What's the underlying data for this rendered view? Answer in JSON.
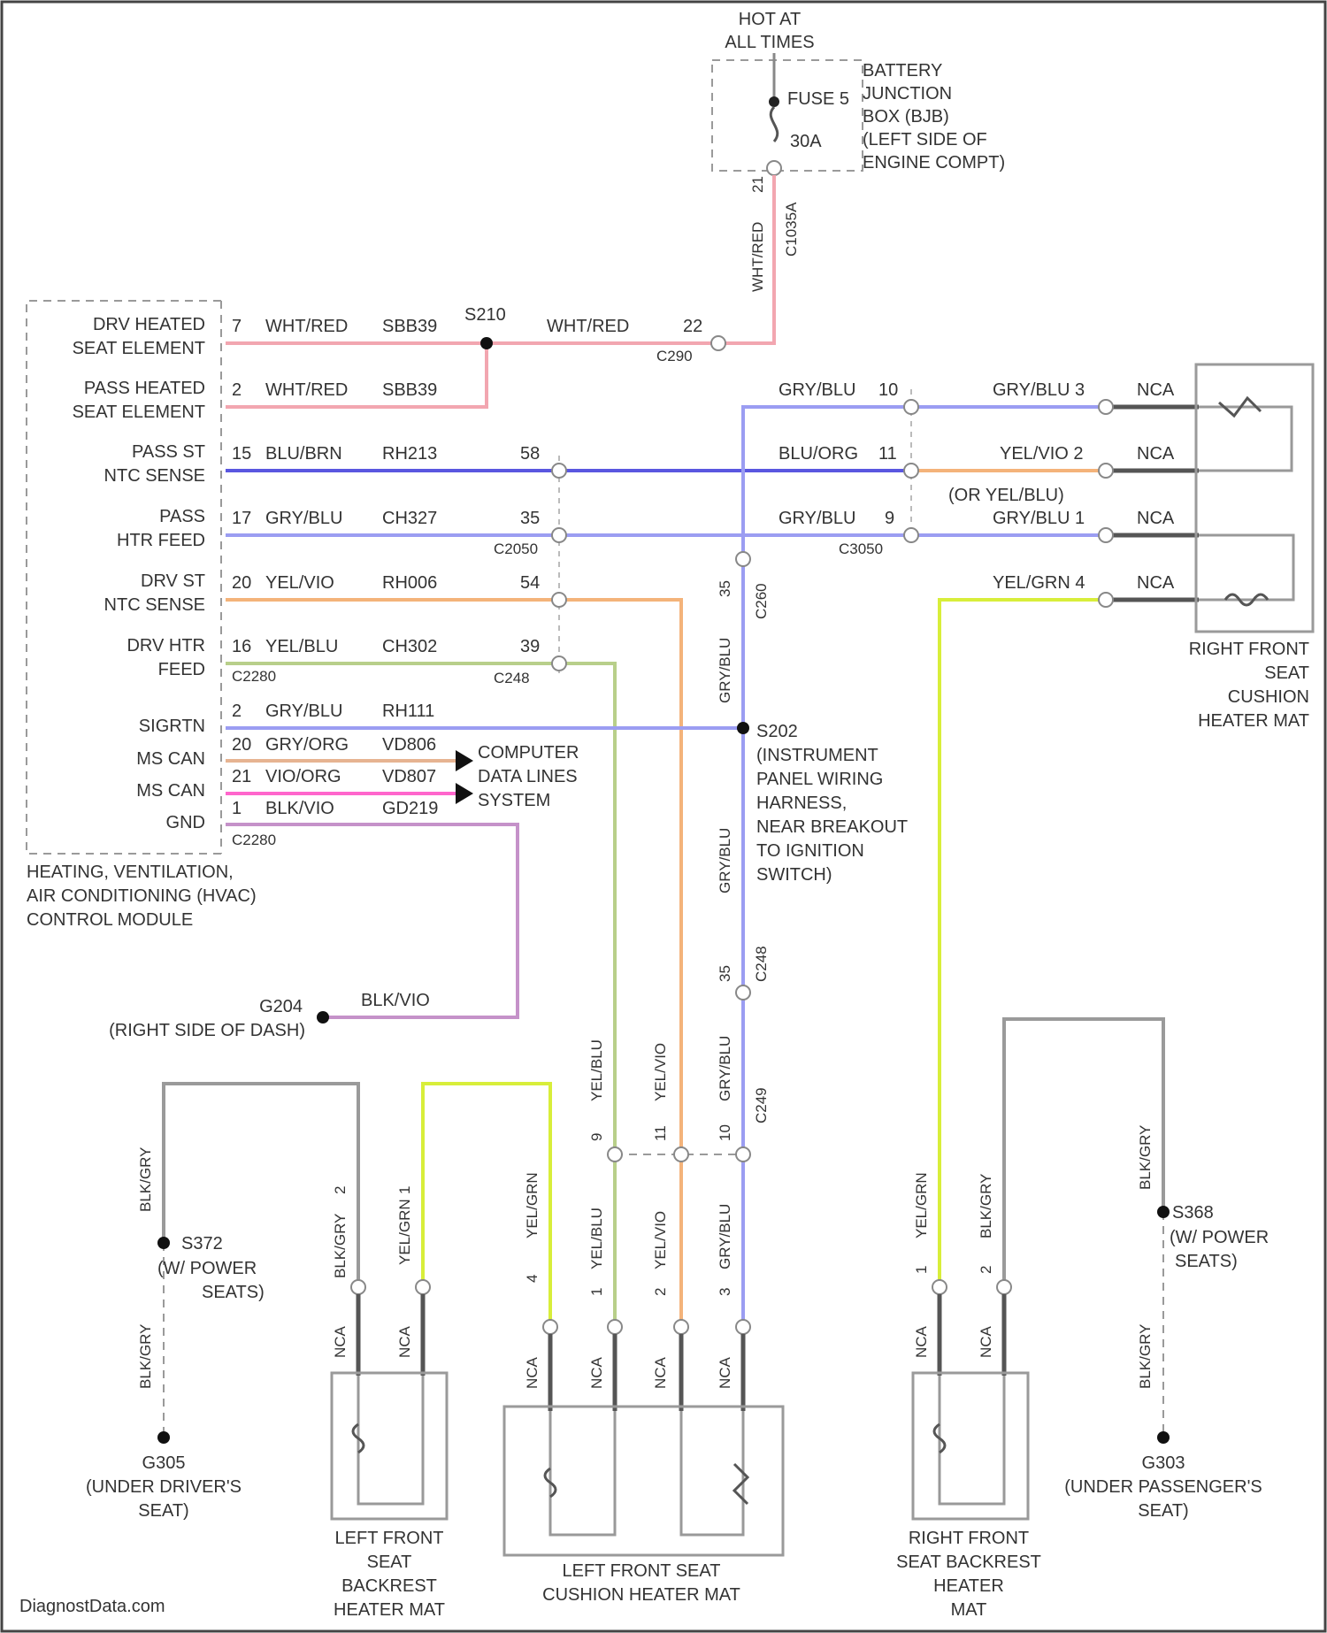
{
  "colors": {
    "wht_red": "#f2a6b0",
    "gry_blu": "#9b9df2",
    "blu_brn": "#5a57e0",
    "yel_vio": "#f4b37a",
    "yel_blu": "#b8cf8a",
    "yel_grn": "#d8ee3a",
    "gry_org": "#e6b391",
    "vio_org": "#ff66cc",
    "blk_vio": "#c592c9",
    "blk_gry": "#9a9a9a",
    "wire_dark": "#555555"
  },
  "power": {
    "hot_at": "HOT AT",
    "all_times": "ALL TIMES",
    "fuse": "FUSE 5",
    "amps": "30A",
    "bjb_lines": [
      "BATTERY",
      "JUNCTION",
      "BOX (BJB)",
      "(LEFT SIDE OF",
      "ENGINE COMPT)"
    ],
    "pin_21": "21",
    "connector": "C1035A",
    "wire": "WHT/RED"
  },
  "hvac": {
    "labels": {
      "drv_heated_1": "DRV HEATED",
      "drv_heated_2": "SEAT ELEMENT",
      "pass_heated_1": "PASS HEATED",
      "pass_heated_2": "SEAT ELEMENT",
      "pass_st_1": "PASS ST",
      "pass_st_2": "NTC SENSE",
      "pass_htr_1": "PASS",
      "pass_htr_2": "HTR FEED",
      "drv_st_1": "DRV ST",
      "drv_st_2": "NTC SENSE",
      "drv_htr_1": "DRV HTR",
      "drv_htr_2": "FEED",
      "sigrtn": "SIGRTN",
      "ms_can_1": "MS CAN",
      "ms_can_2": "MS CAN",
      "gnd": "GND"
    },
    "rows": {
      "r1_pin": "7",
      "r1_color": "WHT/RED",
      "r1_circuit": "SBB39",
      "r2_pin": "2",
      "r2_color": "WHT/RED",
      "r2_circuit": "SBB39",
      "r3_pin": "15",
      "r3_color": "BLU/BRN",
      "r3_circuit": "RH213",
      "r4_pin": "17",
      "r4_color": "GRY/BLU",
      "r4_circuit": "CH327",
      "r5_pin": "20",
      "r5_color": "YEL/VIO",
      "r5_circuit": "RH006",
      "r6_pin": "16",
      "r6_color": "YEL/BLU",
      "r6_circuit": "CH302",
      "r7_pin": "2",
      "r7_color": "GRY/BLU",
      "r7_circuit": "RH111",
      "r8_pin": "20",
      "r8_color": "GRY/ORG",
      "r8_circuit": "VD806",
      "r9_pin": "21",
      "r9_color": "VIO/ORG",
      "r9_circuit": "VD807",
      "r10_pin": "1",
      "r10_color": "BLK/VIO",
      "r10_circuit": "GD219"
    },
    "c2280": "C2280",
    "c2280b": "C2280",
    "name_lines": [
      "HEATING, VENTILATION,",
      "AIR CONDITIONING (HVAC)",
      "CONTROL MODULE"
    ],
    "splice_s210": "S210",
    "s210_wire": "WHT/RED",
    "s210_pin": "22",
    "c290": "C290"
  },
  "c2050": {
    "pins": {
      "p58": "58",
      "p35": "35",
      "p54": "54",
      "p39": "39"
    },
    "label": "C2050",
    "label2": "C248"
  },
  "right_wiring": {
    "w1_left": "GRY/BLU",
    "w1_pin": "10",
    "w1_right": "GRY/BLU 3",
    "w2_left": "BLU/ORG",
    "w2_pin": "11",
    "w2_right": "YEL/VIO 2",
    "w3_left": "GRY/BLU",
    "w3_pin": "9",
    "w3_right": "GRY/BLU 1",
    "w3_alt": "(OR YEL/BLU)",
    "w4_right": "YEL/GRN 4",
    "nca": "NCA",
    "c3050": "C3050",
    "rf_mat_lines": [
      "RIGHT FRONT",
      "SEAT",
      "CUSHION",
      "HEATER MAT"
    ]
  },
  "s202": {
    "label": "S202",
    "lines": [
      "(INSTRUMENT",
      "PANEL WIRING",
      "HARNESS,",
      "NEAR BREAKOUT",
      "TO IGNITION",
      "SWITCH)"
    ],
    "vert_pin": "35",
    "vert_conn": "C260",
    "vert_wire": "GRY/BLU",
    "vert_wire2": "GRY/BLU",
    "lower_pin": "35",
    "lower_conn": "C248"
  },
  "data_lines": [
    "COMPUTER",
    "DATA LINES",
    "SYSTEM"
  ],
  "ground_g204": {
    "name": "G204",
    "loc": "(RIGHT SIDE OF DASH)",
    "wire": "BLK/VIO"
  },
  "lower": {
    "c_pins": {
      "p9": "9",
      "p11": "11",
      "p10": "10"
    },
    "c_wires": {
      "w9": "YEL/BLU",
      "w11": "YEL/VIO",
      "w10": "GRY/BLU"
    },
    "c_conn": "C249",
    "left_splice": "S372",
    "left_splice_lines": [
      "(W/ POWER",
      "SEATS)"
    ],
    "right_splice": "S368",
    "right_splice_lines": [
      "(W/ POWER",
      "SEATS)"
    ],
    "blk_gry": "BLK/GRY",
    "yel_grn": "YEL/GRN",
    "yel_blu": "YEL/BLU",
    "yel_vio": "YEL/VIO",
    "gry_blu": "GRY/BLU",
    "pin1": "1",
    "pin2": "2",
    "pin3": "3",
    "pin4": "4",
    "nca": "NCA",
    "g305_name": "G305",
    "g305_lines": [
      "(UNDER DRIVER'S",
      "SEAT)"
    ],
    "g303_name": "G303",
    "g303_lines": [
      "(UNDER PASSENGER'S",
      "SEAT)"
    ],
    "lf_back_lines": [
      "LEFT FRONT",
      "SEAT",
      "BACKREST",
      "HEATER MAT"
    ],
    "lf_cush_lines": [
      "LEFT FRONT SEAT",
      "CUSHION HEATER MAT"
    ],
    "rf_back_lines": [
      "RIGHT FRONT",
      "SEAT BACKREST",
      "HEATER",
      "MAT"
    ]
  },
  "watermark": "DiagnostData.com"
}
